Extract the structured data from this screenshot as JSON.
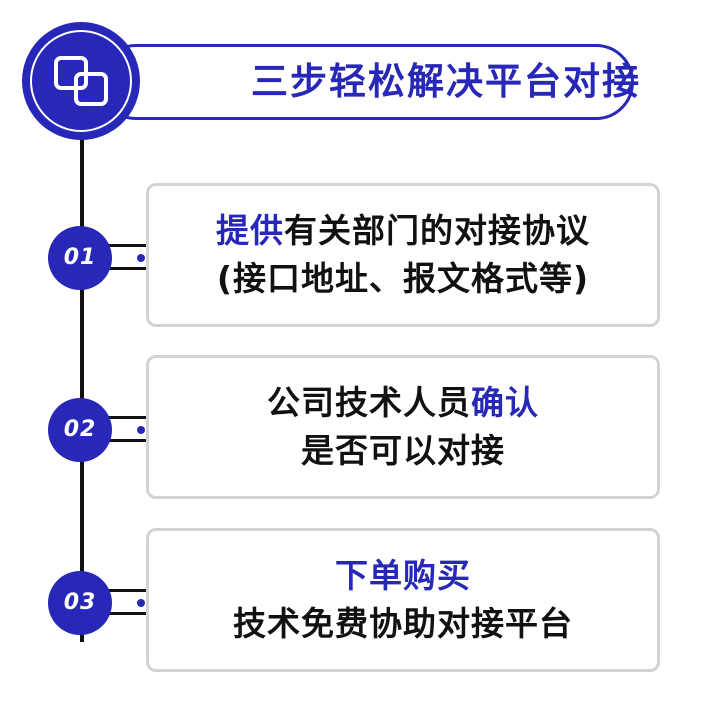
{
  "header": {
    "title": "三步轻松解决平台对接",
    "icon": "linked-squares-icon"
  },
  "colors": {
    "accent": "#2727b8",
    "text": "#111111",
    "card_border": "#d3d3d3"
  },
  "steps": [
    {
      "number": "01",
      "line1_highlight": "提供",
      "line1_rest": "有关部门的对接协议",
      "line2": "(接口地址、报文格式等)"
    },
    {
      "number": "02",
      "line1_pre": "公司技术人员",
      "line1_highlight": "确认",
      "line2": "是否可以对接"
    },
    {
      "number": "03",
      "line1_highlight": "下单购买",
      "line2": "技术免费协助对接平台"
    }
  ]
}
